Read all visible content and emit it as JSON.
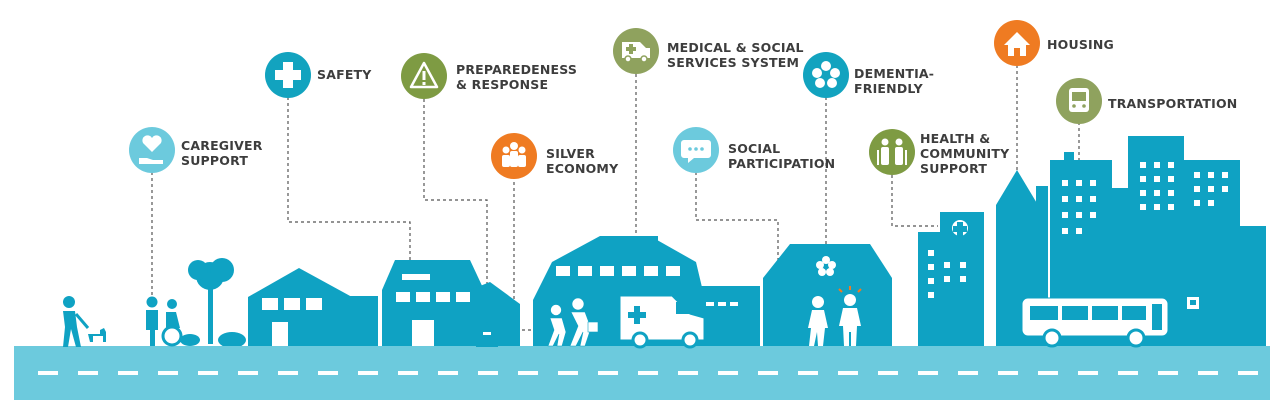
{
  "labels": {
    "caregiver": {
      "line1": "CAREGIVER",
      "line2": "SUPPORT"
    },
    "safety": {
      "line1": "SAFETY"
    },
    "preparedness": {
      "line1": "PREPAREDENESS",
      "line2": "& RESPONSE"
    },
    "silver": {
      "line1": "SILVER",
      "line2": "ECONOMY"
    },
    "medical": {
      "line1": "MEDICAL & SOCIAL",
      "line2": "SERVICES SYSTEM"
    },
    "social": {
      "line1": "SOCIAL",
      "line2": "PARTICIPATION"
    },
    "dementia": {
      "line1": "DEMENTIA-",
      "line2": "FRIENDLY"
    },
    "health": {
      "line1": "HEALTH &",
      "line2": "COMMUNITY",
      "line3": "SUPPORT"
    },
    "housing": {
      "line1": "HOUSING"
    },
    "transportation": {
      "line1": "TRANSPORTATION"
    }
  },
  "icons": {
    "caregiver": "heart-hand-icon",
    "safety": "cross-icon",
    "preparedness": "warning-icon",
    "silver": "people-icon",
    "medical": "ambulance-icon",
    "social": "speech-bubble-icon",
    "dementia": "flower-icon",
    "health": "elderly-couple-icon",
    "housing": "house-icon",
    "transportation": "bus-icon"
  },
  "colors": {
    "city": "#0fa2c3",
    "road": "#6ccadd",
    "light_blue": "#6ccadd",
    "teal": "#12a3bf",
    "olive": "#7e9b43",
    "orange": "#ef7b22",
    "sage": "#8fa25e",
    "label_text": "#3d3d3d"
  }
}
